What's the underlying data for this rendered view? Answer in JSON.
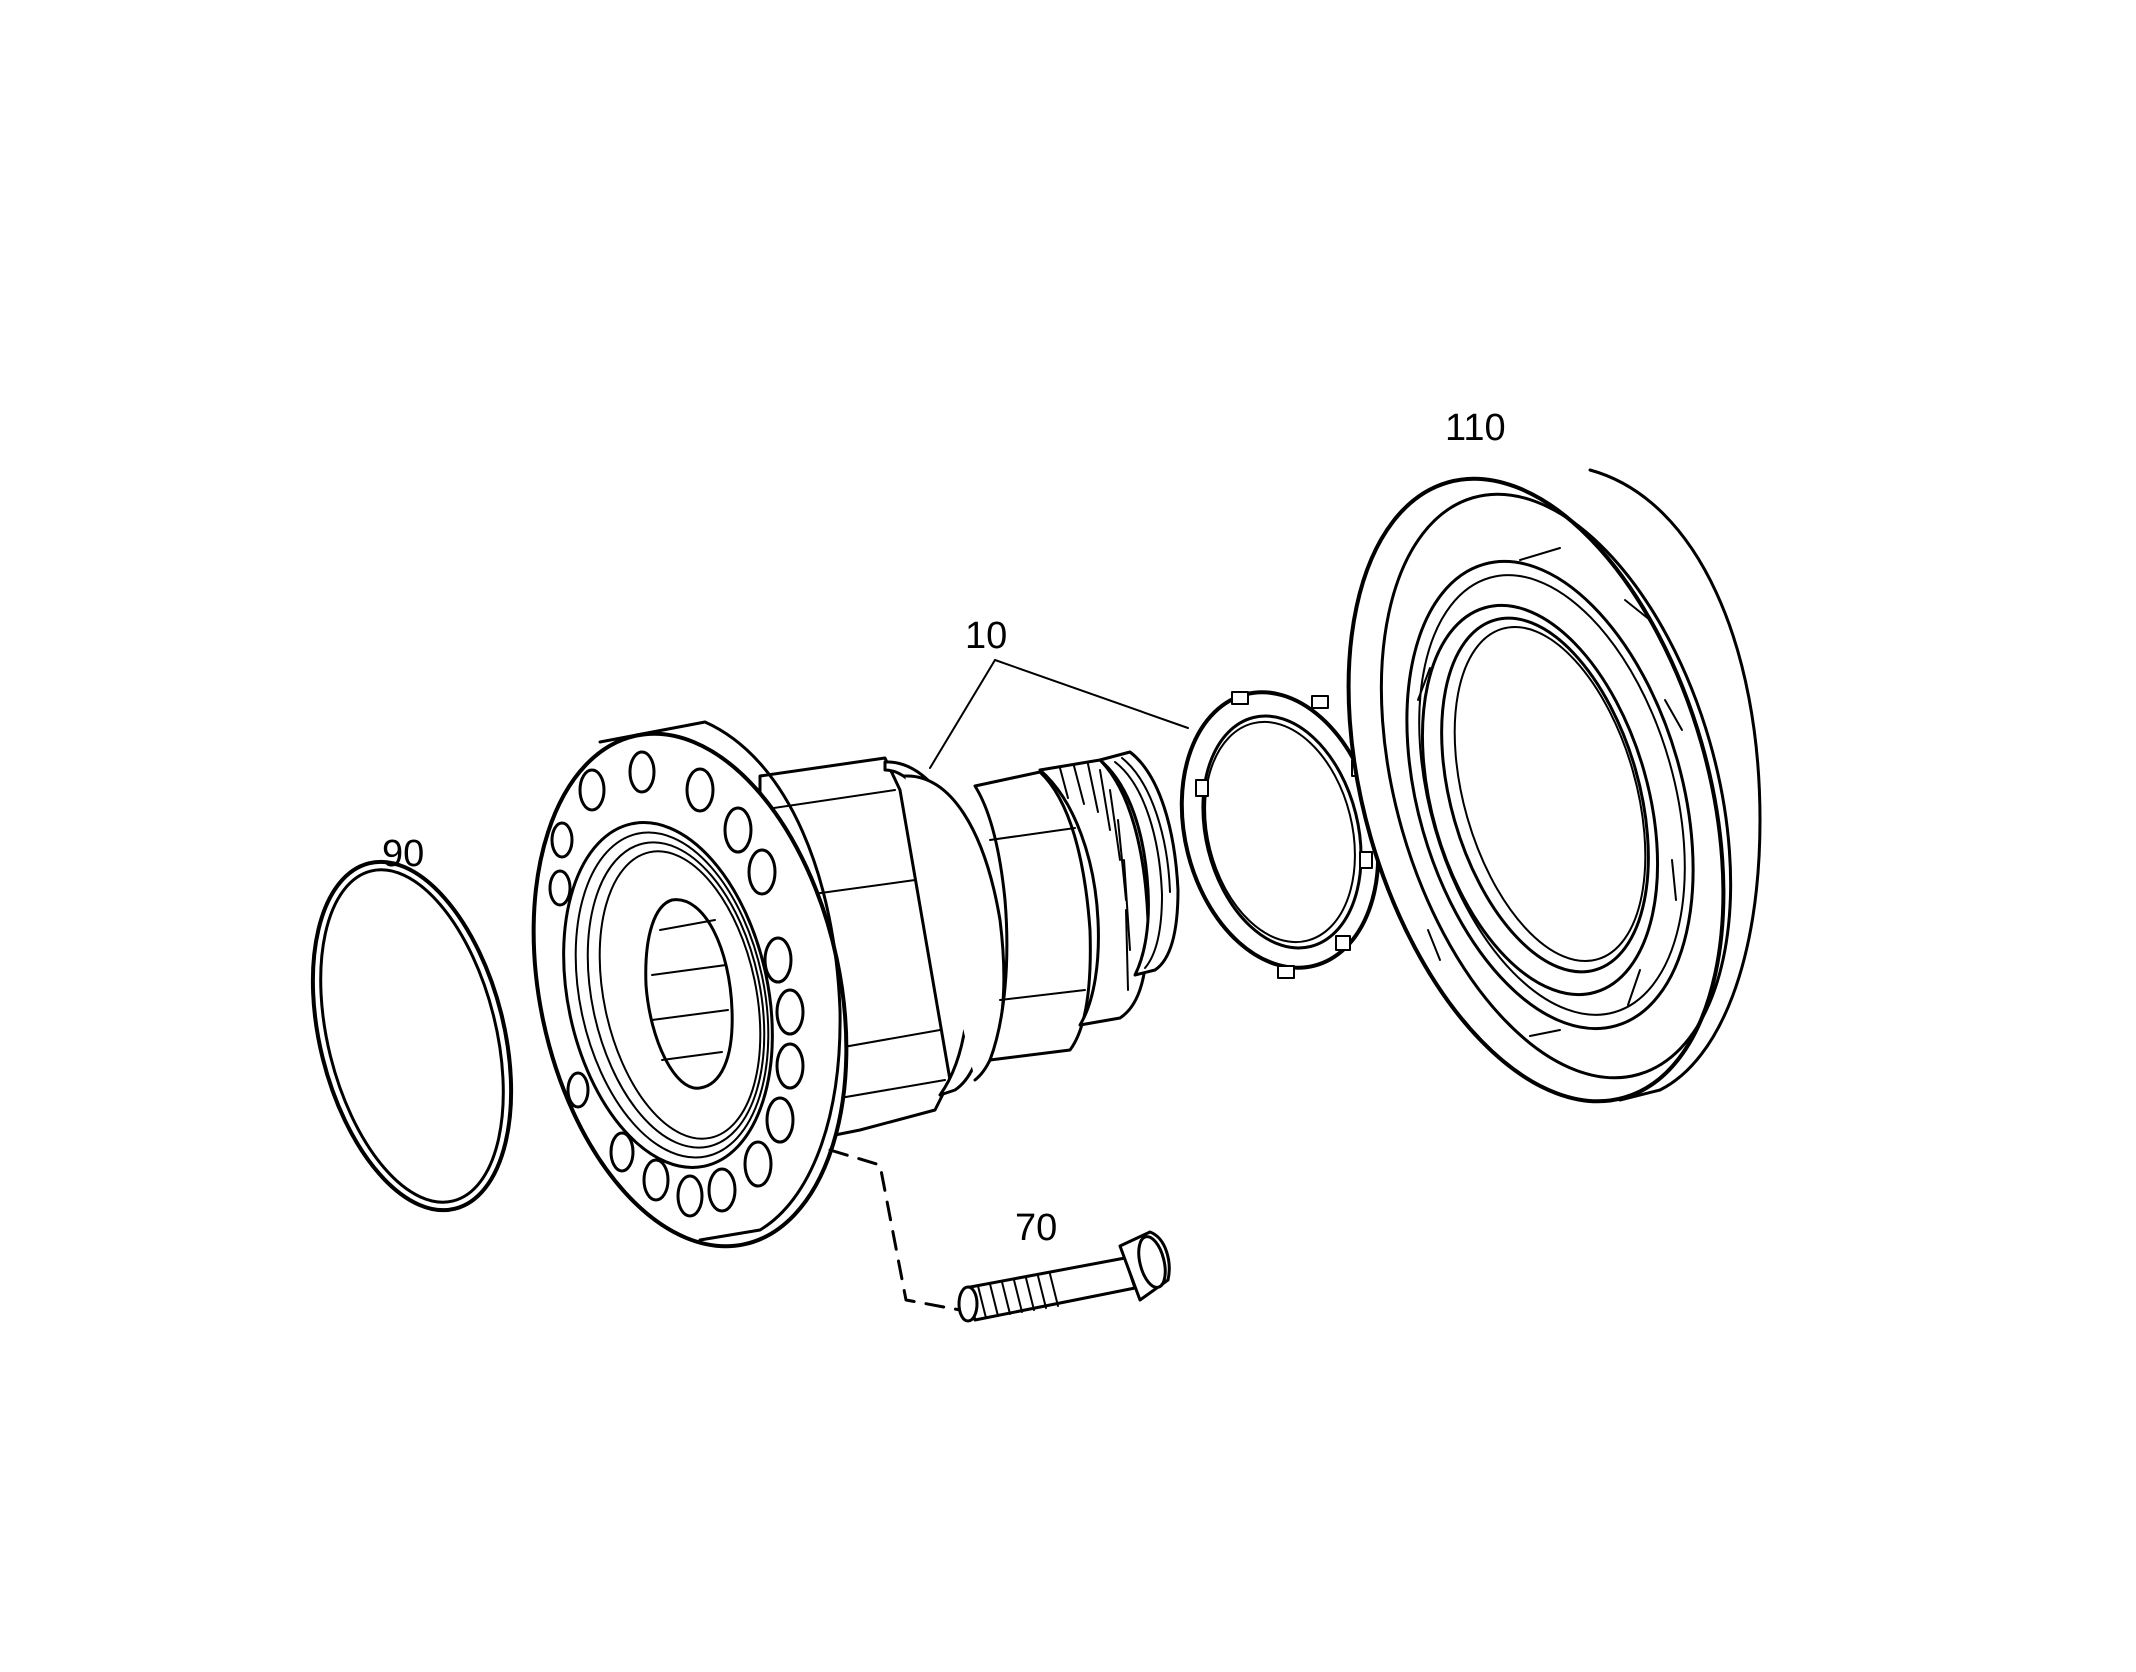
{
  "callouts": {
    "ring_seal": "90",
    "hub": "10",
    "screw": "70",
    "bearing": "110"
  },
  "colors": {
    "ink": "#000000",
    "paper": "#ffffff"
  }
}
